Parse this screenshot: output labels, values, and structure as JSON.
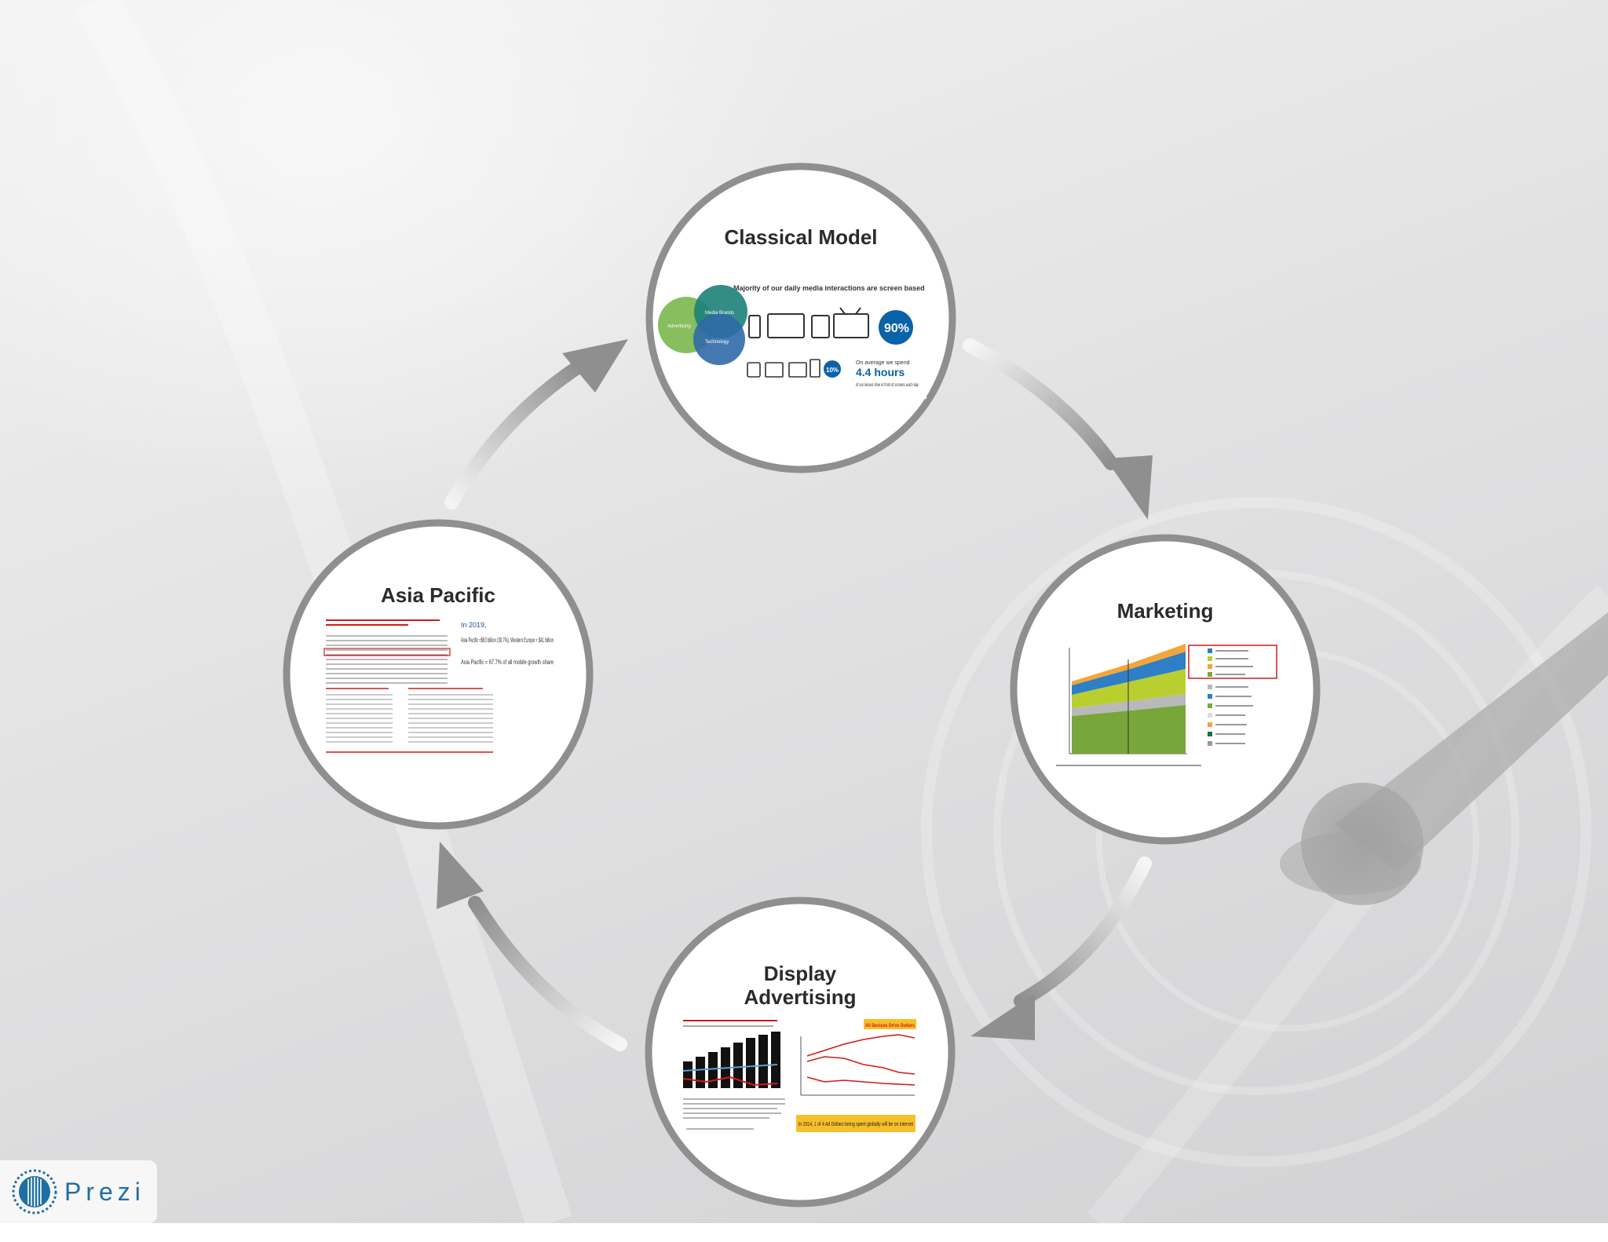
{
  "nodes": [
    {
      "id": "classical",
      "title": "Classical Model",
      "image_heading": "Majority of our daily media interactions are screen based",
      "venn_labels": [
        "Media Brands",
        "Advertising",
        "Technology"
      ],
      "big_stat": "90%",
      "small_stat": "10%",
      "hours_lead": "On average we spend",
      "hours": "4.4 hours",
      "hours_tail": "of our leisure time in front of screens each day"
    },
    {
      "id": "marketing",
      "title": "Marketing"
    },
    {
      "id": "display",
      "title": "Display\nAdvertising",
      "banner_top": "All Devices Drive Dollars",
      "banner_bottom": "In 2014, 1 of 4 Ad Dollars being spent globally will be on internet"
    },
    {
      "id": "asia",
      "title": "Asia Pacific",
      "year_line": "In 2019,",
      "line1": "Asia Pacific =$63 billion (30.7%), Western Europe = $41 billion",
      "line2": "Asia Pacific = 67.7% of all mobile growth share"
    }
  ],
  "logo": {
    "text": "Prezi",
    "icon": "prezi-sun-icon",
    "color": "#1f6fa3"
  },
  "colors": {
    "ring": "#8f8f8f",
    "arrow": "#9a9a9a",
    "accent_blue": "#0a62a8",
    "highlight_red": "#d21a1a",
    "banner_yellow": "#f6c02b"
  }
}
